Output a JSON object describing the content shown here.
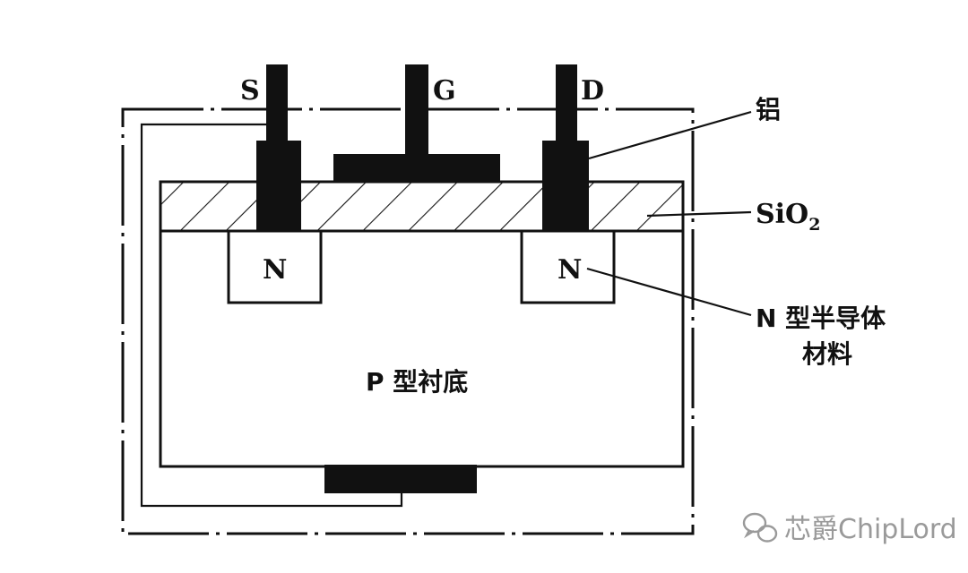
{
  "terminals": {
    "source": "S",
    "gate": "G",
    "drain": "D"
  },
  "labels": {
    "aluminum": "铝",
    "oxide_main": "SiO",
    "oxide_subscript": "2",
    "n_region": "N",
    "n_material_line1": "N 型半导体",
    "n_material_line2": "材料",
    "substrate": "P 型衬底"
  },
  "watermark": {
    "icon": "wechat-icon",
    "text": "芯爵ChipLord"
  },
  "colors": {
    "ink": "#111111",
    "watermark": "#9a9a9a",
    "background": "#ffffff"
  }
}
